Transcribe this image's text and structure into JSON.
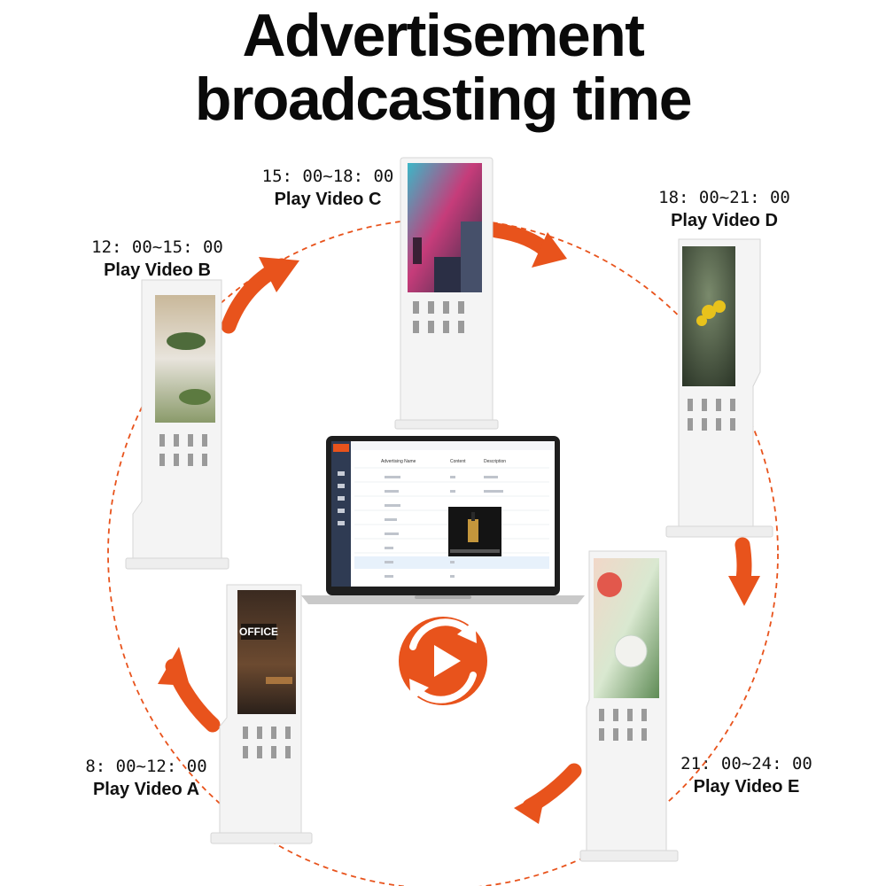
{
  "title": {
    "line1": "Advertisement",
    "line2": "broadcasting time"
  },
  "schedule": [
    {
      "id": "a",
      "time": "8: 00~12: 00",
      "video": "Play Video A"
    },
    {
      "id": "b",
      "time": "12: 00~15: 00",
      "video": "Play Video B"
    },
    {
      "id": "c",
      "time": "15: 00~18: 00",
      "video": "Play Video C"
    },
    {
      "id": "d",
      "time": "18: 00~21: 00",
      "video": "Play Video D"
    },
    {
      "id": "e",
      "time": "21: 00~24: 00",
      "video": "Play Video E"
    }
  ],
  "laptop_table": {
    "headers": [
      "Advertising Name",
      "Content",
      "Description"
    ]
  },
  "kiosk_sign": "OFFICE",
  "colors": {
    "accent": "#e8531c",
    "kiosk_body": "#f4f4f4",
    "kiosk_edge": "#d6d6d6",
    "laptop_frame": "#1e1e1e",
    "sidebar": "#2f3b53"
  },
  "icons": [
    "refresh-play-icon",
    "cycle-arrow-icon"
  ]
}
